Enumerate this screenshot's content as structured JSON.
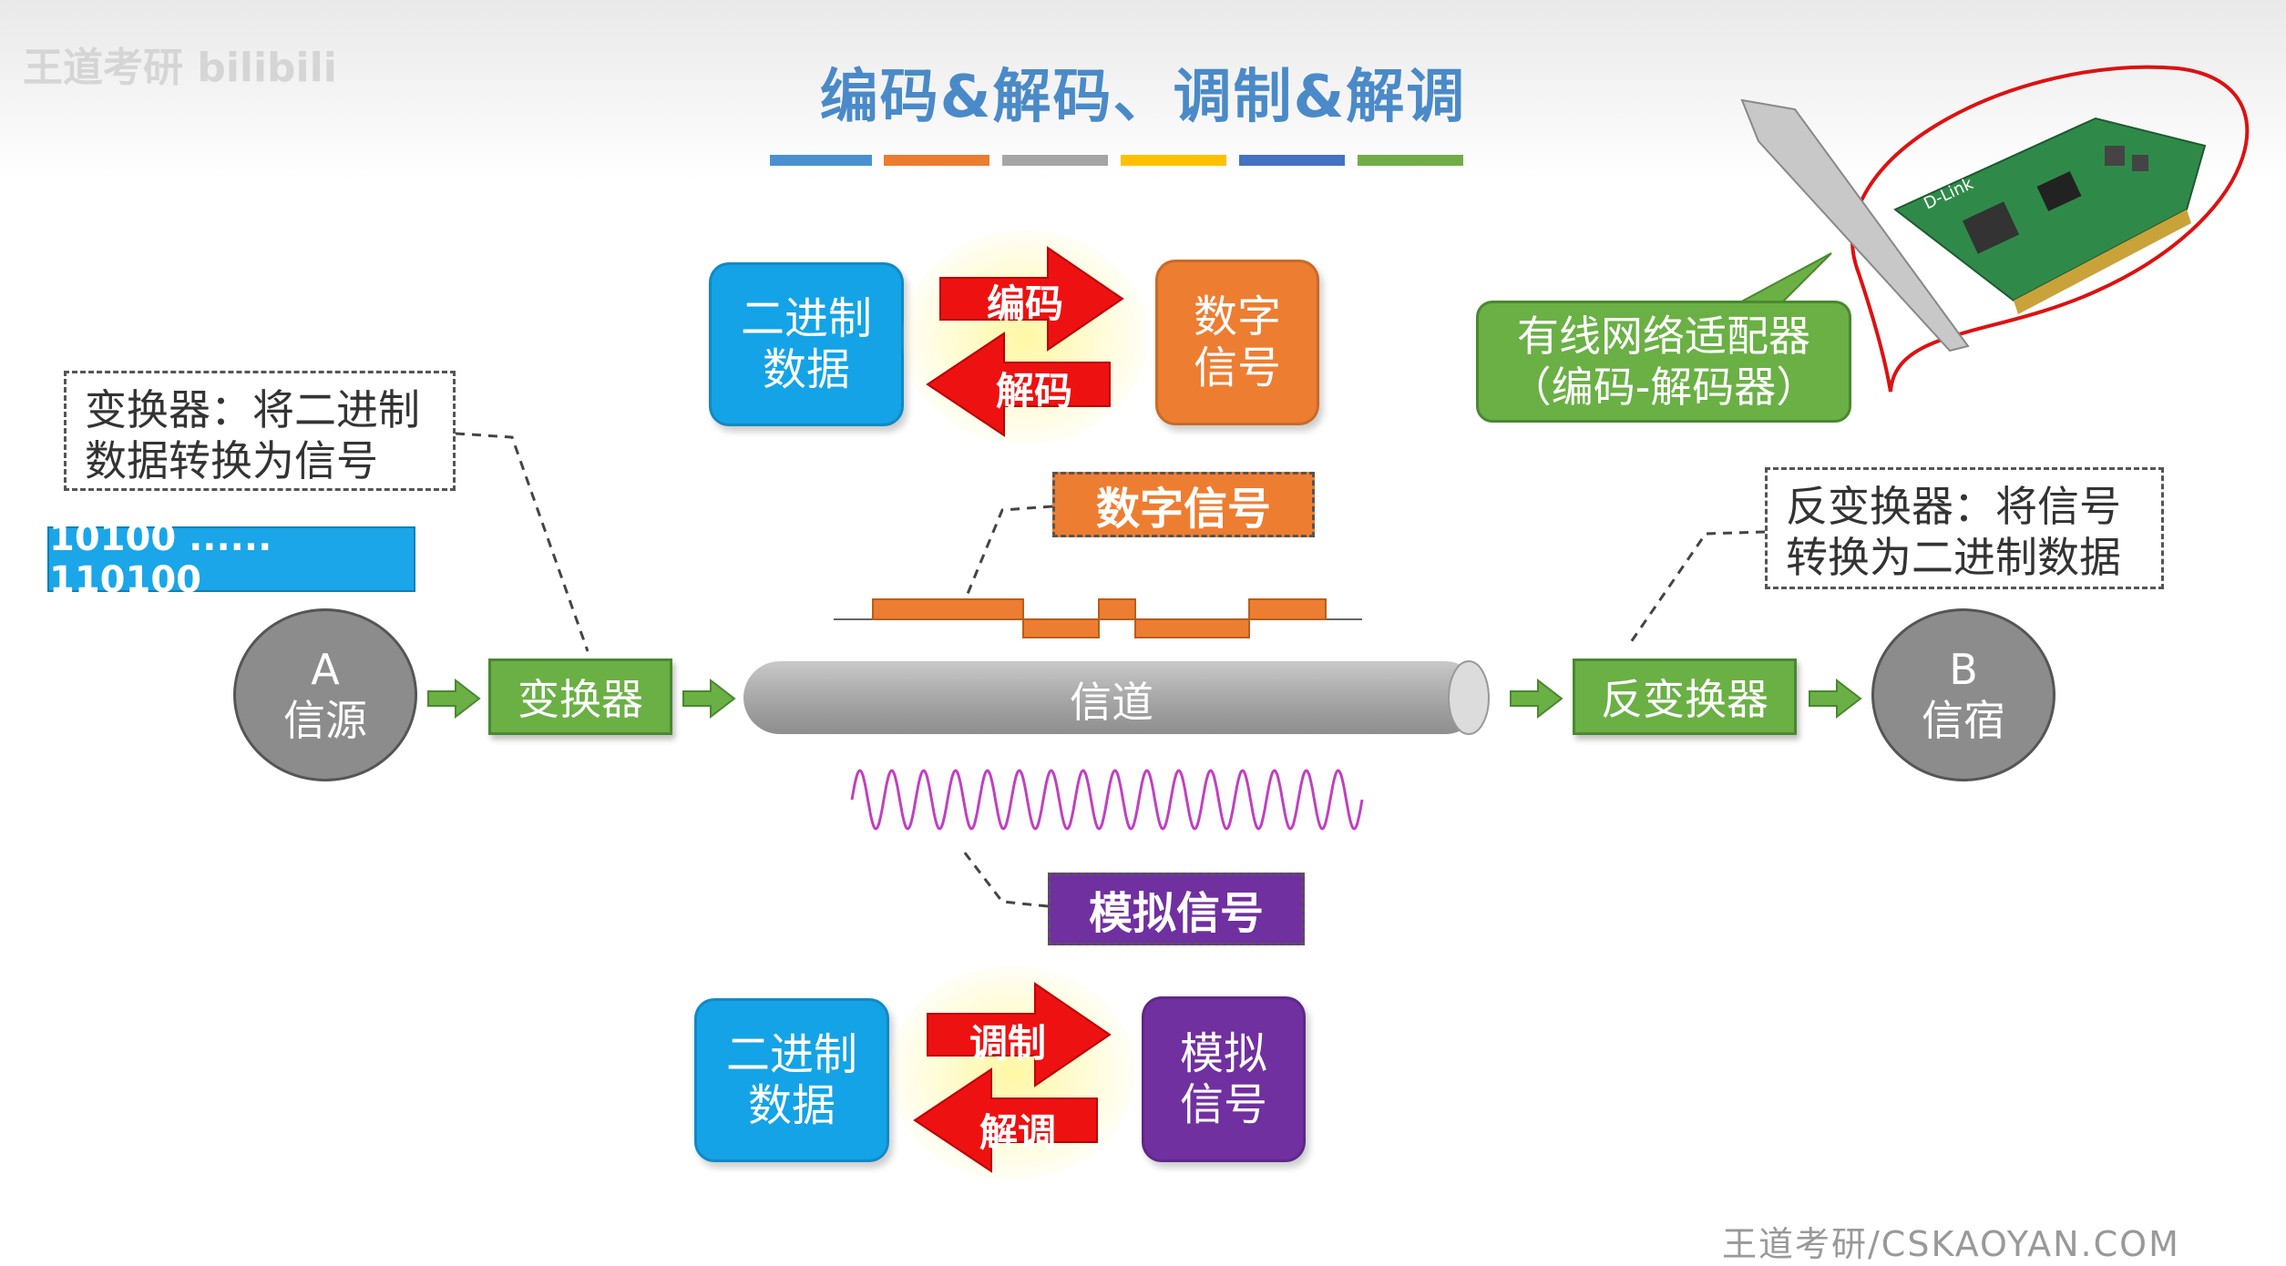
{
  "watermark": "王道考研 bilibili",
  "title": "编码&解码、调制&解调",
  "title_bar_colors": [
    "#4a90d0",
    "#ec7c30",
    "#a5a5a5",
    "#ffc000",
    "#4472c4",
    "#70ad47"
  ],
  "encode_section": {
    "binary_box": "二进制\n数据",
    "encode_label": "编码",
    "decode_label": "解码",
    "signal_box": "数字\n信号"
  },
  "modulate_section": {
    "binary_box": "二进制\n数据",
    "modulate_label": "调制",
    "demodulate_label": "解调",
    "signal_box": "模拟\n信号"
  },
  "converter_note": "变换器：将二进制\n数据转换为信号",
  "inverse_converter_note": "反变换器：将信号\n转换为二进制数据",
  "binary_string": "10100 ...... 110100",
  "digital_signal_tag": "数字信号",
  "analog_signal_tag": "模拟信号",
  "source_node": {
    "letter": "A",
    "label": "信源"
  },
  "sink_node": {
    "letter": "B",
    "label": "信宿"
  },
  "converter_label": "变换器",
  "channel_label": "信道",
  "inverse_converter_label": "反变换器",
  "nic_callout": "有线网络适配器\n（编码-解码器）",
  "nic_brand": "D-Link",
  "footer": "王道考研/CSKAOYAN.COM",
  "colors": {
    "blue_box": "#14a3e6",
    "orange_box": "#ed7d31",
    "purple_box": "#7030a0",
    "green": "#6ab045",
    "red_arrow": "#ee1111",
    "wave": "#c040c0"
  }
}
